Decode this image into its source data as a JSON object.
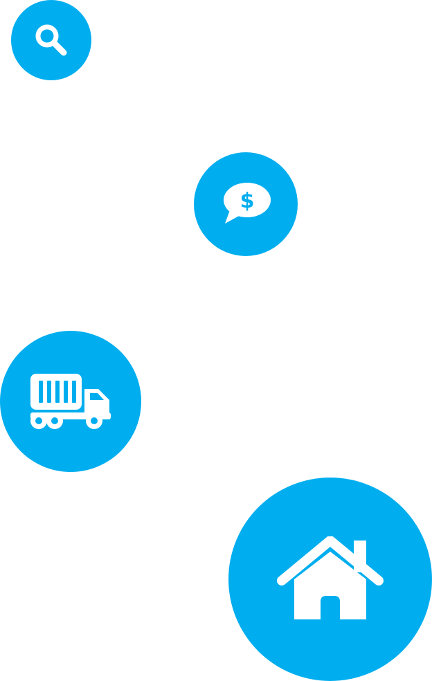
{
  "theme": {
    "bubble_color": "#00aeef",
    "icon_color": "#ffffff",
    "background": "#ffffff"
  },
  "bubbles": [
    {
      "id": "search",
      "icon": "search-icon"
    },
    {
      "id": "money",
      "icon": "dollar-speech-bubble-icon"
    },
    {
      "id": "truck",
      "icon": "truck-icon"
    },
    {
      "id": "home",
      "icon": "home-icon"
    }
  ]
}
